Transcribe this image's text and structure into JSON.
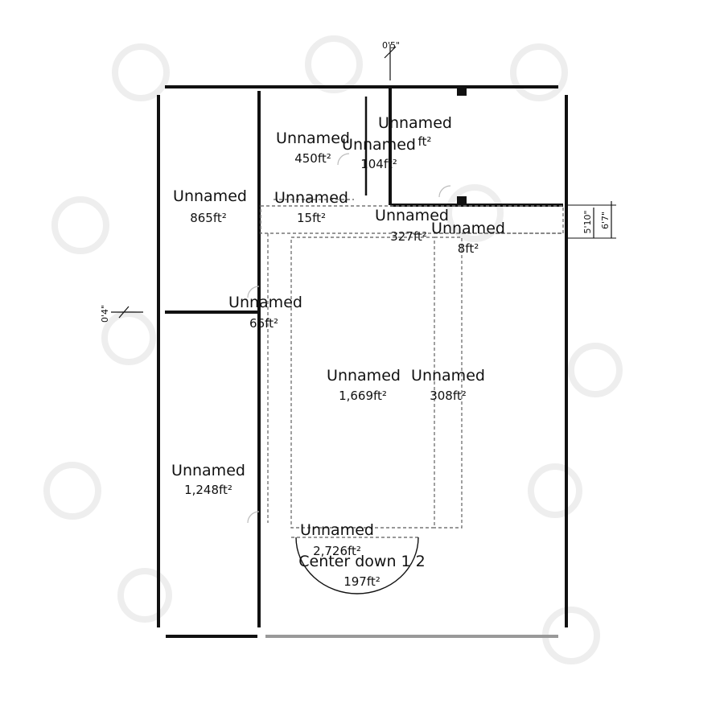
{
  "canvas": {
    "background": "#ffffff",
    "wall_color": "#111111",
    "open_wall_color": "#999999"
  },
  "dimensions": {
    "top": "0'5\"",
    "left": "0'4\"",
    "right_a": "5'10\"",
    "right_b": "6'7\""
  },
  "rooms": [
    {
      "id": "left-upper",
      "name": "Unnamed",
      "area": "865ft²"
    },
    {
      "id": "top-middle",
      "name": "Unnamed",
      "area": "450ft²"
    },
    {
      "id": "top-right",
      "name": "Unnamed",
      "area": ""
    },
    {
      "id": "top-closet",
      "name": "Unnamed",
      "area": "104ft²"
    },
    {
      "id": "top-closet-ghost",
      "name": "",
      "area": "ft²"
    },
    {
      "id": "hall-small",
      "name": "Unnamed",
      "area": "15ft²"
    },
    {
      "id": "hall-wide",
      "name": "Unnamed",
      "area": "327ft²"
    },
    {
      "id": "hall-right",
      "name": "Unnamed",
      "area": "8ft²"
    },
    {
      "id": "left-passage",
      "name": "Unnamed",
      "area": "66ft²"
    },
    {
      "id": "main-center",
      "name": "Unnamed",
      "area": "1,669ft²"
    },
    {
      "id": "main-right",
      "name": "Unnamed",
      "area": "308ft²"
    },
    {
      "id": "left-lower",
      "name": "Unnamed",
      "area": "1,248ft²"
    },
    {
      "id": "open-space",
      "name": "Unnamed",
      "area": "2,726ft²"
    },
    {
      "id": "center-down",
      "name": "Center down 1 2",
      "area": "197ft²"
    }
  ]
}
